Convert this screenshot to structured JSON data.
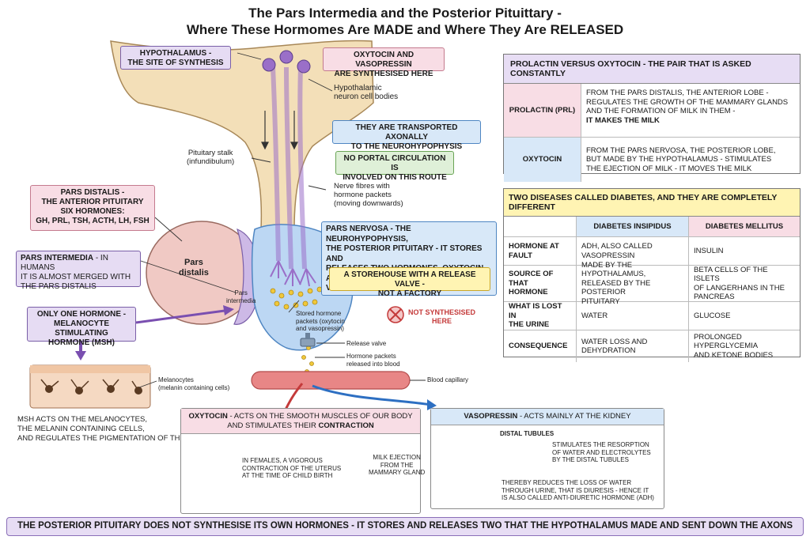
{
  "title": {
    "line1": "The Pars Intermedia and the Posterior Pituittary -",
    "line2": "Where These Hormomes Are MADE and Where They Are RELEASED"
  },
  "diagram": {
    "hypothalamus_box": "HYPOTHALAMUS -\nTHE SITE OF SYNTHESIS",
    "oxy_vaso_box": "OXYTOCIN AND VASOPRESSIN\nARE SYNTHESISED HERE",
    "neuron_bodies": "Hypothalamic\nneuron cell bodies",
    "transported_box": "THEY ARE TRANSPORTED AXONALLY\nTO THE NEUROHYPOPHYSIS",
    "no_portal_box": "NO PORTAL CIRCULATION IS\nINVOLVED ON THIS ROUTE",
    "stalk_label": "Pituitary stalk\n(infundibulum)",
    "nerve_fibres": "Nerve fibres with\nhormone packets\n(moving downwards)",
    "pars_distalis_box": "PARS DISTALIS -\nTHE ANTERIOR PITUITARY\nSIX HORMONES:\nGH, PRL, TSH, ACTH, LH, FSH",
    "pars_distalis_label": "Pars\ndistalis",
    "pars_intermedia_box_title": "PARS INTERMEDIA",
    "pars_intermedia_box_text": " - IN HUMANS\nIT IS ALMOST MERGED WITH\nTHE PARS DISTALIS",
    "pars_intermedia_label": "Pars\nintermedia",
    "pars_nervosa_box": "PARS NERVOSA - THE NEUROHYPOPHYSIS,\nTHE POSTERIOR PITUITARY - IT STORES AND\nRELEASES TWO HORMONES, OXYTOCIN AND\nVASOPRESSIN",
    "storehouse_box": "A STOREHOUSE WITH A RELEASE VALVE -\nNOT A FACTORY",
    "not_synth": "NOT SYNTHESISED\nHERE",
    "stored_packets": "Stored hormone\npackets (oxytocin\nand vasopressin)",
    "release_valve": "Release valve",
    "released_blood": "Hormone packets\nreleased into blood",
    "blood_capillary": "Blood capillary",
    "msh_box": "ONLY ONE HORMONE -\nMELANOCYTE STIMULATING\nHORMONE (MSH)",
    "melanocytes": "Melanocytes\n(melanin containing cells)",
    "msh_text": "MSH ACTS ON THE MELANOCYTES,\nTHE MELANIN CONTAINING CELLS,\nAND REGULATES THE PIGMENTATION OF THE SKIN"
  },
  "oxytocin_panel": {
    "head_bold": "OXYTOCIN",
    "head_text": " - ACTS ON THE SMOOTH MUSCLES OF OUR BODY\nAND STIMULATES THEIR ",
    "head_bold2": "CONTRACTION",
    "uterus_text": "IN FEMALES, A VIGOROUS\nCONTRACTION OF THE UTERUS\nAT THE TIME OF CHILD BIRTH",
    "milk_text": "MILK EJECTION\nFROM THE\nMAMMARY GLAND"
  },
  "vaso_panel": {
    "head_bold": "VASOPRESSIN",
    "head_text": " - ACTS MAINLY AT THE KIDNEY",
    "distal": "DISTAL TUBULES",
    "stim_text": "STIMULATES THE RESORPTION\nOF WATER AND ELECTROLYTES\nBY THE DISTAL TUBULES",
    "reduce_text": "THEREBY REDUCES THE LOSS OF WATER\nTHROUGH URINE, THAT IS DIURESIS - HENCE IT\nIS ALSO CALLED ANTI-DIURETIC HORMONE (ADH)"
  },
  "prolactin_table": {
    "head": "PROLACTIN VERSUS OXYTOCIN - THE PAIR THAT IS ASKED CONSTANTLY",
    "rows": [
      {
        "name": "PROLACTIN (PRL)",
        "text": "FROM THE PARS DISTALIS, THE ANTERIOR LOBE -\nREGULATES THE GROWTH OF THE MAMMARY GLANDS\nAND THE FORMATION OF MILK IN THEM -",
        "bold": "IT MAKES THE MILK"
      },
      {
        "name": "OXYTOCIN",
        "text": "FROM THE PARS NERVOSA, THE POSTERIOR LOBE,\nBUT MADE BY THE HYPOTHALAMUS - STIMULATES\nTHE EJECTION OF MILK - IT MOVES THE MILK",
        "bold": ""
      }
    ]
  },
  "diabetes_table": {
    "head": "TWO DISEASES CALLED DIABETES, AND THEY ARE COMPLETELY DIFFERENT",
    "col1": "DIABETES INSIPIDUS",
    "col2": "DIABETES MELLITUS",
    "rows": [
      {
        "label": "HORMONE AT FAULT",
        "a": "ADH, ALSO CALLED\nVASOPRESSIN",
        "b": "INSULIN"
      },
      {
        "label": "SOURCE OF THAT\nHORMONE",
        "a": "MADE BY THE HYPOTHALAMUS,\nRELEASED BY THE POSTERIOR\nPITUITARY",
        "b": "BETA CELLS OF THE ISLETS\nOF LANGERHANS IN THE\nPANCREAS"
      },
      {
        "label": "WHAT IS LOST IN\nTHE URINE",
        "a": "WATER",
        "b": "GLUCOSE"
      },
      {
        "label": "CONSEQUENCE",
        "a": "WATER LOSS AND\nDEHYDRATION",
        "b": "PROLONGED HYPERGLYCEMIA\nAND KETONE BODIES"
      }
    ]
  },
  "bottom_bar": "THE POSTERIOR PITUITARY DOES  NOT SYNTHESISE ITS OWN HORMONES - IT STORES AND RELEASES TWO THAT THE HYPOTHALAMUS MADE AND SENT DOWN THE AXONS",
  "colors": {
    "tissue": "#f3dfb8",
    "anterior": "#f0c9c4",
    "intermedia": "#cdb9e6",
    "posterior": "#bcd7f3",
    "neuron": "#9a6fc8",
    "packet": "#f0c83a",
    "blood": "#e88686"
  }
}
